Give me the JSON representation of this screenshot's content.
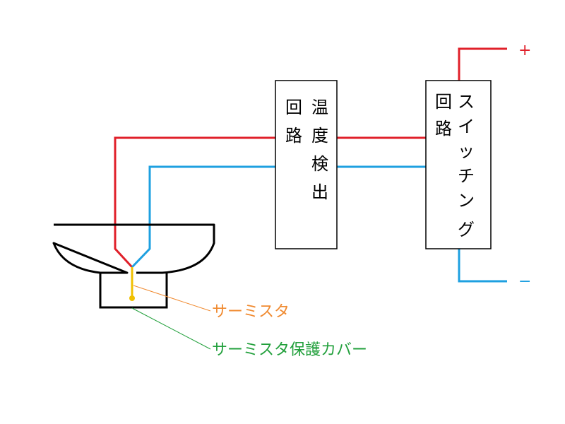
{
  "colors": {
    "positive_wire": "#e0202a",
    "negative_wire": "#1ea0e0",
    "thermistor_lead": "#f0c000",
    "thermistor_callout": "#f08a30",
    "cover_callout": "#22a03c",
    "outline": "#000000"
  },
  "terminals": {
    "plus": "+",
    "minus": "−"
  },
  "temp_circuit": {
    "col_right": [
      "温",
      "度",
      "検",
      "出"
    ],
    "col_left": [
      "回",
      "路"
    ]
  },
  "switch_circuit": {
    "col_right": [
      "ス",
      "イ",
      "ッ",
      "チ",
      "ン",
      "グ"
    ],
    "col_left": [
      "回",
      "路"
    ]
  },
  "callouts": {
    "thermistor": "サーミスタ",
    "thermistor_cover": "サーミスタ保護カバー"
  }
}
